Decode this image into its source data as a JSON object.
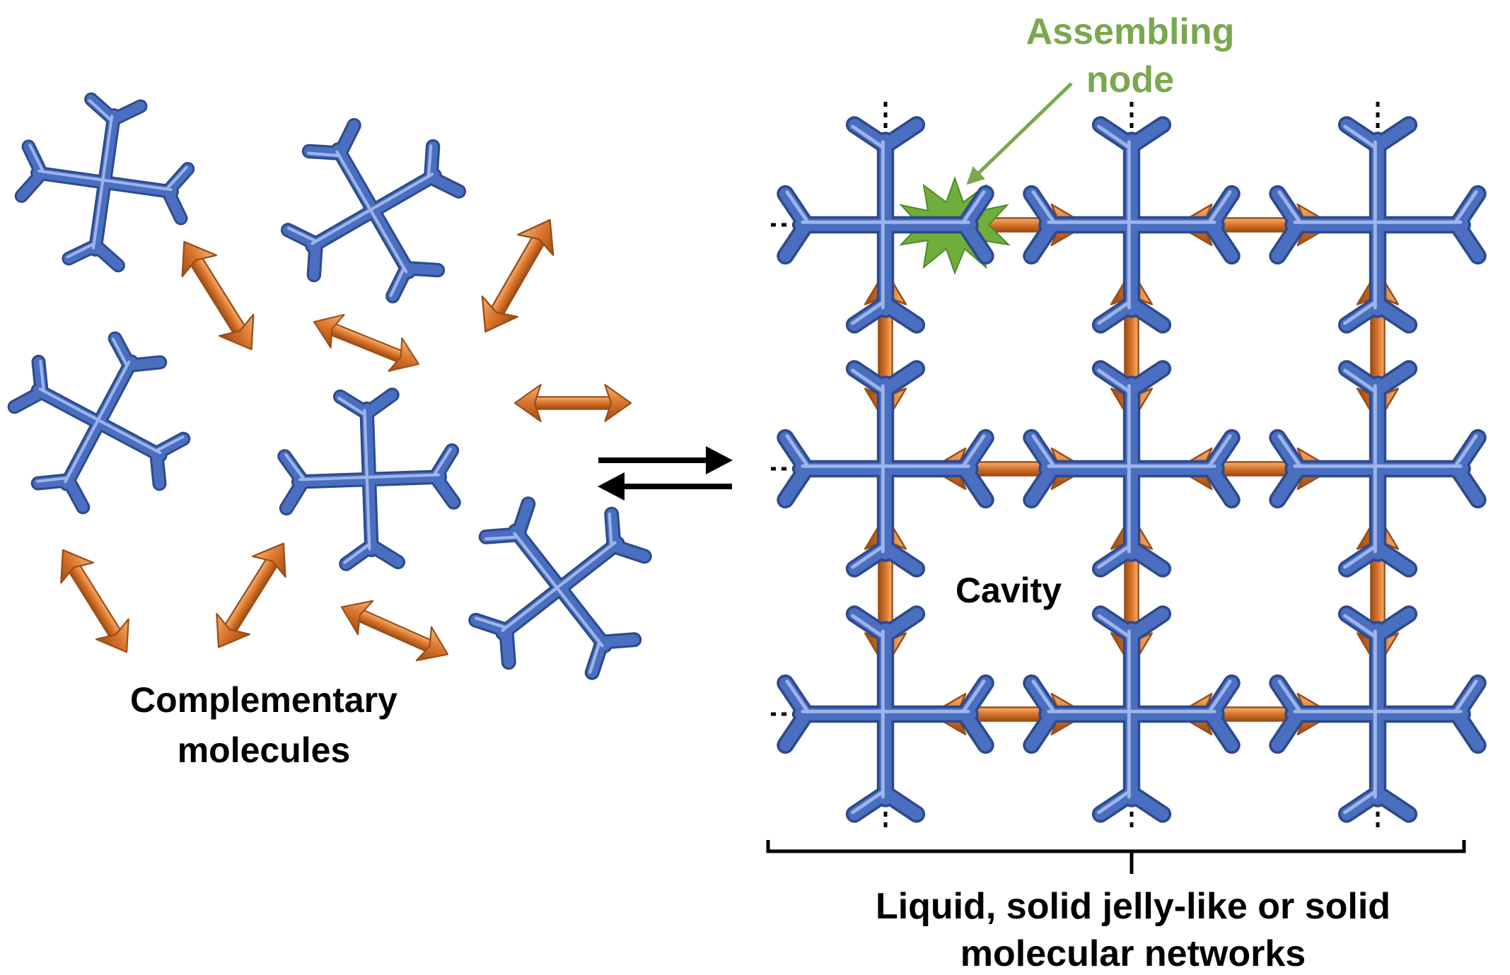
{
  "labels": {
    "left_line1": "Complementary",
    "left_line2": "molecules",
    "node_line1": "Assembling",
    "node_line2": "node",
    "cavity": "Cavity",
    "bottom_line1": "Liquid, solid jelly-like or solid",
    "bottom_line2": "molecular networks"
  },
  "colors": {
    "tecton_blue": "#4a6fc0",
    "tecton_blue_light": "#8ea8e3",
    "tecton_blue_dark": "#2d4a8c",
    "linker_orange": "#d9732a",
    "linker_orange_light": "#f6b270",
    "node_burst": "#6fae3c",
    "annotation_green": "#79a84e",
    "text": "#000000"
  },
  "icons": {
    "tecton": "four-armed-cross-with-v-tips",
    "linker": "double-headed-arrow",
    "equilibrium": "reversible-arrows",
    "node": "starburst"
  }
}
